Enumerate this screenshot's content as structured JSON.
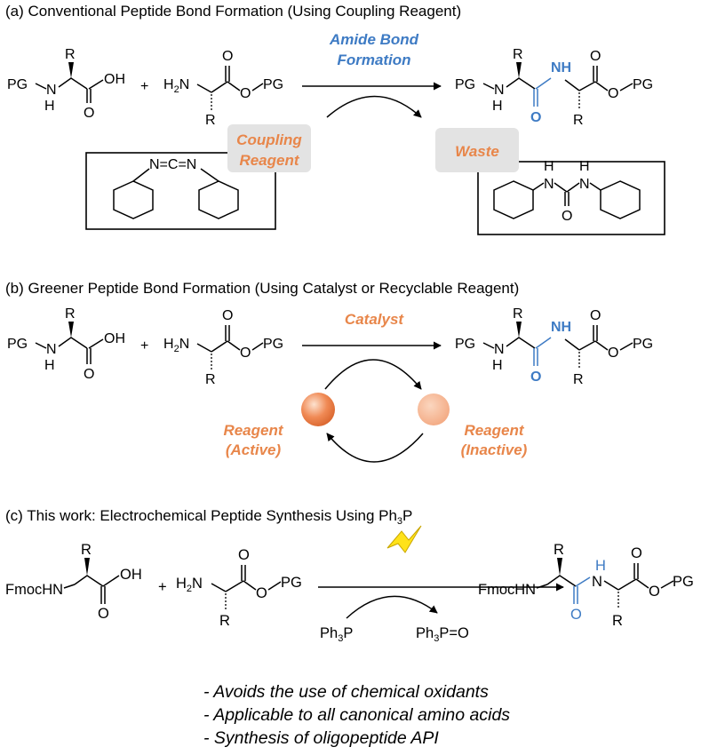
{
  "panel_a": {
    "title": "(a) Conventional Peptide Bond Formation (Using Coupling Reagent)",
    "arrow_label_1": "Amide Bond",
    "arrow_label_2": "Formation",
    "coupling_label_1": "Coupling",
    "coupling_label_2": "Reagent",
    "waste_label": "Waste"
  },
  "panel_b": {
    "title": "(b) Greener Peptide Bond Formation (Using Catalyst or Recyclable Reagent)",
    "catalyst_label": "Catalyst",
    "active_label_1": "Reagent",
    "active_label_2": "(Active)",
    "inactive_label_1": "Reagent",
    "inactive_label_2": "(Inactive)"
  },
  "panel_c": {
    "title_pre": "(c) This work: Electrochemical Peptide Synthesis Using Ph",
    "title_sub": "3",
    "title_post": "P",
    "reagent_in": "Ph",
    "reagent_in_sub": "3",
    "reagent_in_post": "P",
    "reagent_out": "Ph",
    "reagent_out_sub": "3",
    "reagent_out_post": "P=O"
  },
  "bullets": [
    "- Avoids the use of chemical oxidants",
    "- Applicable to all canonical amino acids",
    "- Synthesis of oligopeptide API"
  ],
  "atoms": {
    "pg": "PG",
    "n": "N",
    "h": "H",
    "nh": "NH",
    "oh": "OH",
    "o": "O",
    "r": "R",
    "h2n": "H",
    "h2n_sub": "2",
    "h2n_post": "N",
    "plus": "+",
    "fmochn": "FmocHN",
    "dcc_chain": "N=C=N"
  },
  "colors": {
    "orange": "#e8864a",
    "blue": "#3e7bc4",
    "gray_box": "#e3e3e3"
  }
}
